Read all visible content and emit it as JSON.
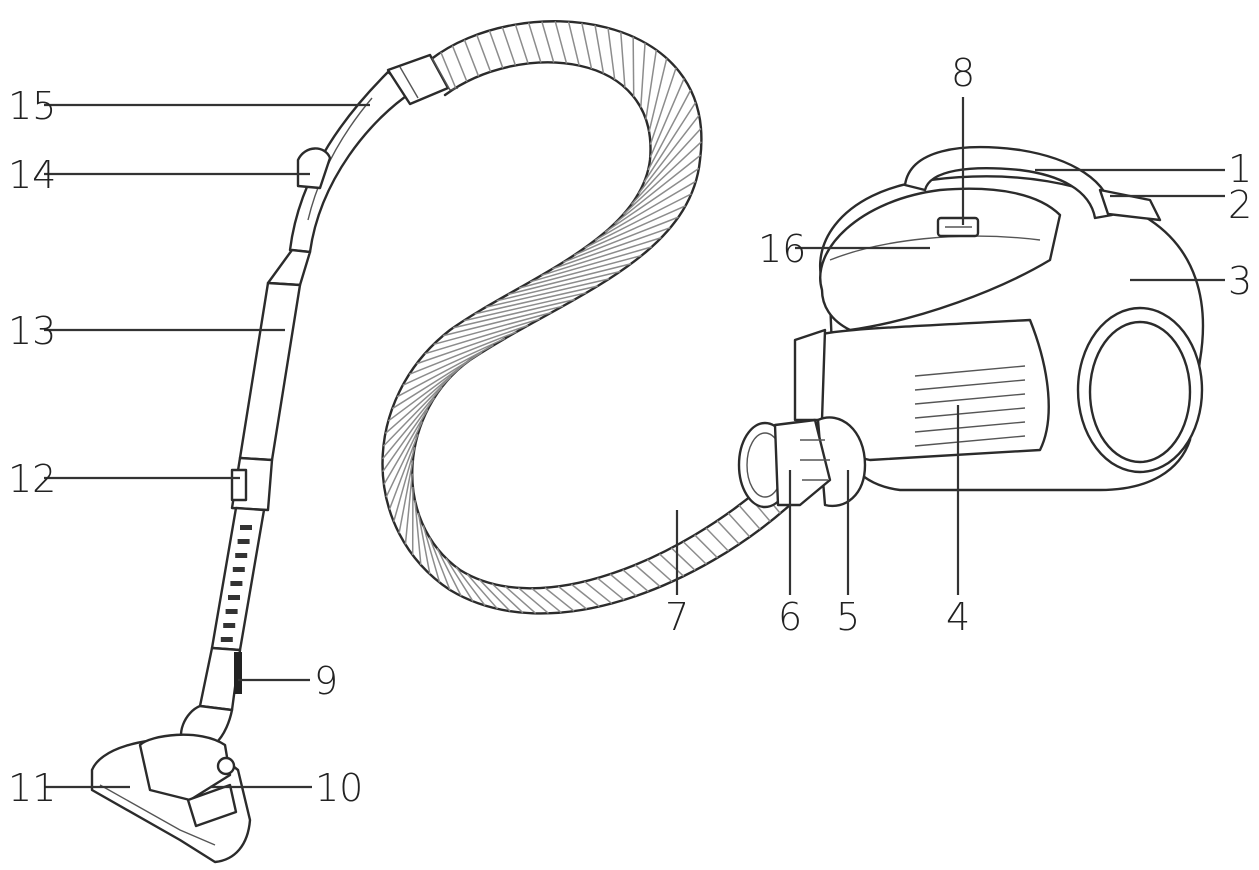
{
  "labels": [
    {
      "id": "1",
      "text": "1"
    },
    {
      "id": "2",
      "text": "2"
    },
    {
      "id": "3",
      "text": "3"
    },
    {
      "id": "4",
      "text": "4"
    },
    {
      "id": "5",
      "text": "5"
    },
    {
      "id": "6",
      "text": "6"
    },
    {
      "id": "7",
      "text": "7"
    },
    {
      "id": "8",
      "text": "8"
    },
    {
      "id": "9",
      "text": "9"
    },
    {
      "id": "10",
      "text": "10"
    },
    {
      "id": "11",
      "text": "11"
    },
    {
      "id": "12",
      "text": "12"
    },
    {
      "id": "13",
      "text": "13"
    },
    {
      "id": "14",
      "text": "14"
    },
    {
      "id": "15",
      "text": "15"
    },
    {
      "id": "16",
      "text": "16"
    }
  ]
}
